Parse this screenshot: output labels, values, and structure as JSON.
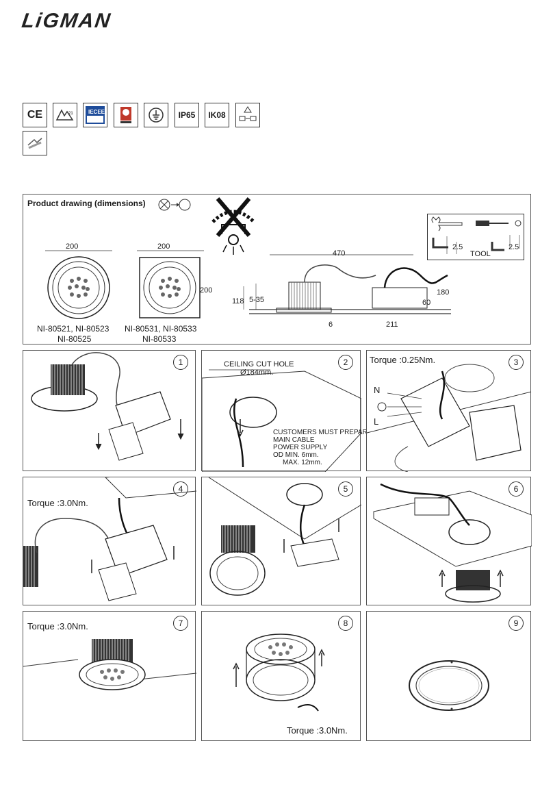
{
  "brand": "LiGMAN",
  "certifications": [
    "CE",
    "IP65",
    "IK08"
  ],
  "drawing": {
    "title": "Product drawing (dimensions)",
    "round": {
      "width": "200",
      "models_line1": "NI-80521, NI-80523",
      "models_line2": "NI-80525"
    },
    "square": {
      "width": "200",
      "height": "200",
      "models_line1": "NI-80531, NI-80533",
      "models_line2": "NI-80533"
    },
    "side": {
      "length": "470",
      "height": "180",
      "d118": "118",
      "d535": "5-35",
      "d60": "60",
      "d6": "6",
      "d211": "211"
    },
    "tool": {
      "label": "TOOL",
      "size1": "2.5",
      "size2": "2.5"
    }
  },
  "steps": [
    {
      "num": "1"
    },
    {
      "num": "2",
      "cut_title": "CEILING CUT HOLE",
      "cut_dia": "Ø184mm.",
      "note": [
        "CUSTOMERS MUST PREPARE",
        "MAIN CABLE",
        "POWER SUPPLY",
        "OD MIN. 6mm.",
        "MAX. 12mm."
      ]
    },
    {
      "num": "3",
      "torque": "Torque :0.25Nm.",
      "n": "N",
      "l": "L"
    },
    {
      "num": "4",
      "torque": "Torque :3.0Nm."
    },
    {
      "num": "5"
    },
    {
      "num": "6"
    },
    {
      "num": "7",
      "torque": "Torque :3.0Nm."
    },
    {
      "num": "8",
      "torque": "Torque :3.0Nm."
    },
    {
      "num": "9"
    }
  ]
}
